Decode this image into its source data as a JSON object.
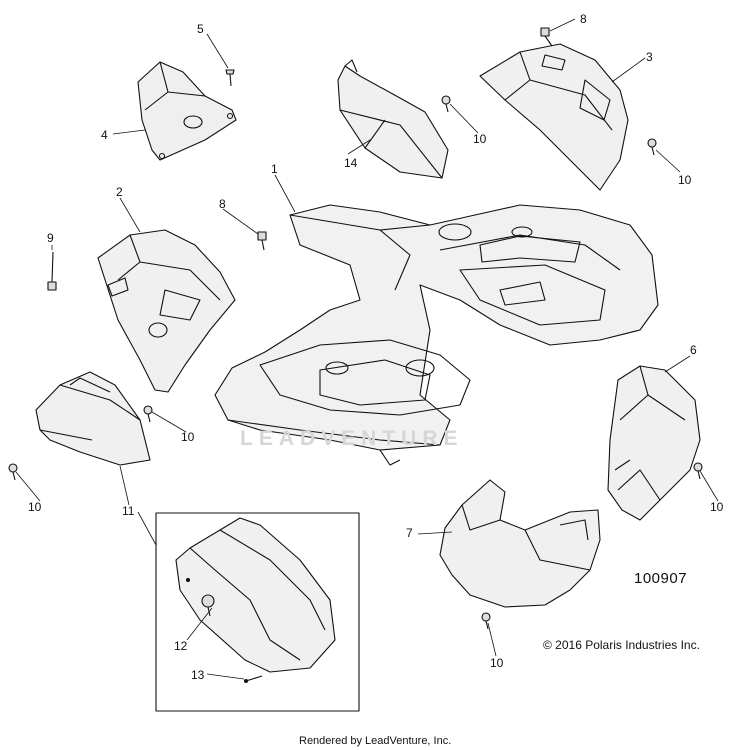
{
  "callouts": [
    {
      "id": "c5",
      "text": "5"
    },
    {
      "id": "c8a",
      "text": "8"
    },
    {
      "id": "c3",
      "text": "3"
    },
    {
      "id": "c4",
      "text": "4"
    },
    {
      "id": "c14",
      "text": "14"
    },
    {
      "id": "c10a",
      "text": "10"
    },
    {
      "id": "c10b",
      "text": "10"
    },
    {
      "id": "c1",
      "text": "1"
    },
    {
      "id": "c2",
      "text": "2"
    },
    {
      "id": "c8b",
      "text": "8"
    },
    {
      "id": "c9",
      "text": "9"
    },
    {
      "id": "c6",
      "text": "6"
    },
    {
      "id": "c10c",
      "text": "10"
    },
    {
      "id": "c10d",
      "text": "10"
    },
    {
      "id": "c10e",
      "text": "10"
    },
    {
      "id": "c11",
      "text": "11"
    },
    {
      "id": "c7",
      "text": "7"
    },
    {
      "id": "c12",
      "text": "12"
    },
    {
      "id": "c13",
      "text": "13"
    },
    {
      "id": "c10f",
      "text": "10"
    }
  ],
  "watermark": "LEADVENTURE",
  "drawing_id": "100907",
  "copyright": "© 2016 Polaris Industries Inc.",
  "footer": "Rendered by LeadVenture, Inc."
}
